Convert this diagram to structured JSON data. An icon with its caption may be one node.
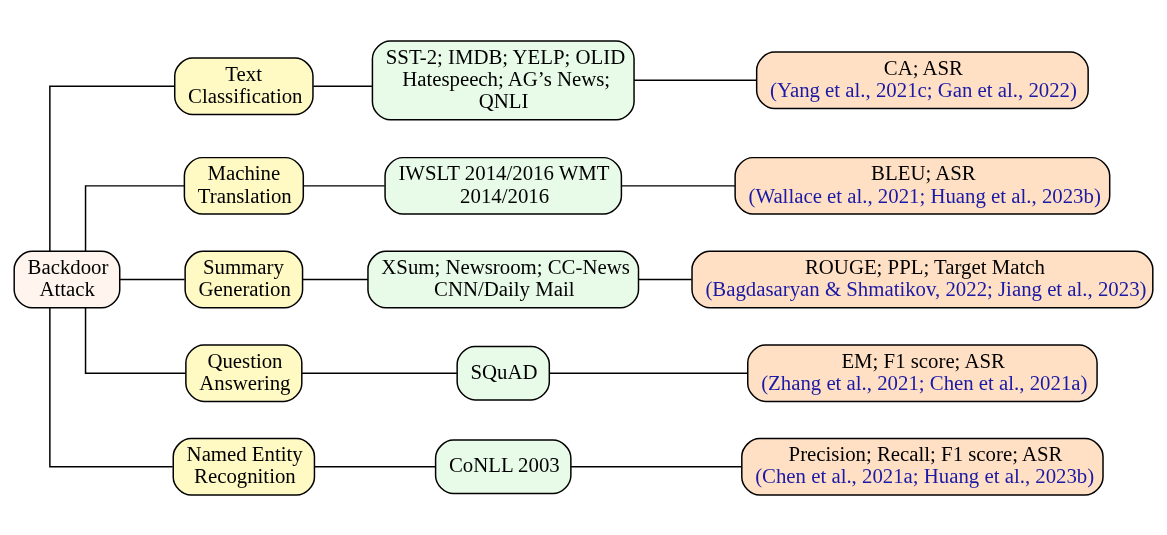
{
  "diagram": {
    "nodes": [
      {
        "text": [
          "Backdoor Attack"
        ]
      },
      {
        "text": [
          "Text Classification"
        ]
      },
      {
        "text": [
          "SST-2; IMDB; YELP; OLID Hatespeech; AG’s News; QNLI"
        ]
      },
      {
        "text": [
          "CA; ASR",
          "(Yang et al., 2021c; Gan et al., 2022)"
        ]
      },
      {
        "text": [
          "Machine Translation"
        ]
      },
      {
        "text": [
          "IWSLT 2014/2016 WMT 2014/2016"
        ]
      },
      {
        "text": [
          "BLEU; ASR",
          "(Wallace et al., 2021; Huang et al., 2023b)"
        ]
      },
      {
        "text": [
          "Summary Generation"
        ]
      },
      {
        "text": [
          "XSum; Newsroom; CC-News CNN/Daily Mail"
        ]
      },
      {
        "text": [
          "ROUGE; PPL; Target Match",
          "(Bagdasaryan & Shmatikov, 2022; Jiang et al., 2023)"
        ]
      },
      {
        "text": [
          "Question Answering"
        ]
      },
      {
        "text": [
          "SQuAD"
        ]
      },
      {
        "text": [
          "EM; F1 score; ASR",
          "(Zhang et al., 2021; Chen et al., 2021a)"
        ]
      },
      {
        "text": [
          "Named Entity Recognition"
        ]
      },
      {
        "text": [
          "CoNLL 2003"
        ]
      },
      {
        "text": [
          "Precision; Recall; F1 score; ASR",
          "(Chen et al., 2021a; Huang et al., 2023b)"
        ]
      }
    ],
    "edges": [
      {
        "from": 0,
        "to": 1,
        "arrow": "none"
      },
      {
        "from": 1,
        "to": 2,
        "arrow": "none"
      },
      {
        "from": 2,
        "to": 3,
        "arrow": "none"
      },
      {
        "from": 0,
        "to": 4,
        "arrow": "none"
      },
      {
        "from": 4,
        "to": 5,
        "arrow": "none"
      },
      {
        "from": 5,
        "to": 6,
        "arrow": "none"
      },
      {
        "from": 0,
        "to": 7,
        "arrow": "none"
      },
      {
        "from": 7,
        "to": 8,
        "arrow": "none"
      },
      {
        "from": 8,
        "to": 9,
        "arrow": "none"
      },
      {
        "from": 0,
        "to": 10,
        "arrow": "none"
      },
      {
        "from": 10,
        "to": 11,
        "arrow": "none"
      },
      {
        "from": 11,
        "to": 12,
        "arrow": "none"
      },
      {
        "from": 0,
        "to": 13,
        "arrow": "none"
      },
      {
        "from": 13,
        "to": 14,
        "arrow": "none"
      },
      {
        "from": 14,
        "to": 15,
        "arrow": "none"
      }
    ]
  }
}
